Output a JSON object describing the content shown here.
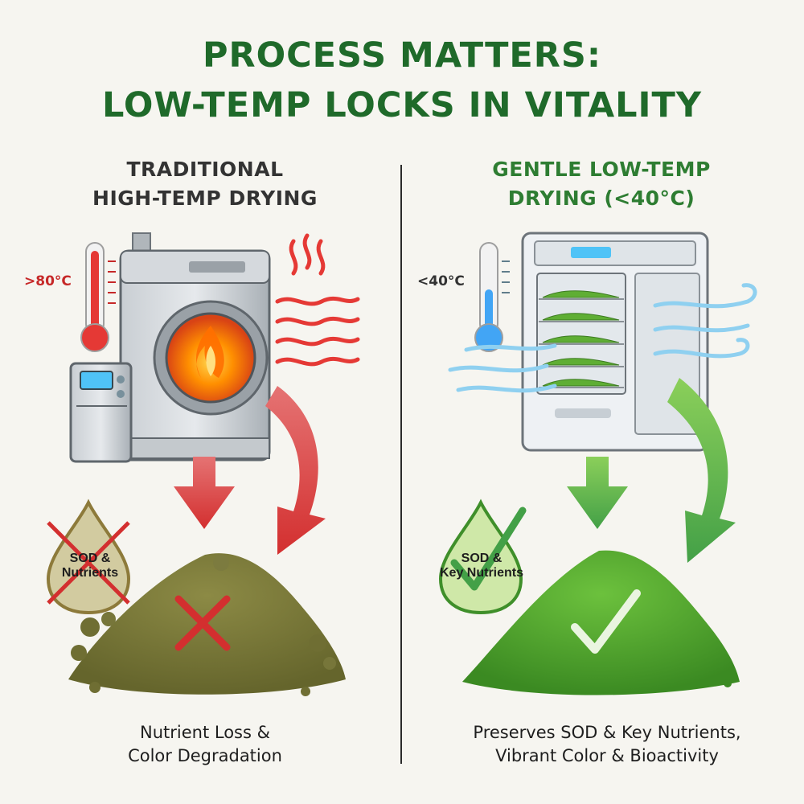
{
  "title": {
    "line1": "PROCESS MATTERS:",
    "line2": "LOW-TEMP LOCKS IN VITALITY"
  },
  "left": {
    "heading_line1": "TRADITIONAL",
    "heading_line2": "HIGH-TEMP DRYING",
    "temperature": ">80°C",
    "drop_label_line1": "SOD &",
    "drop_label_line2": "Nutrients",
    "caption_line1": "Nutrient Loss &",
    "caption_line2": "Color Degradation",
    "icons": [
      "thermometer-hot-icon",
      "heat-waves-icon",
      "dryer-machine-icon",
      "flame-icon",
      "arrow-down-icon",
      "curved-arrow-icon",
      "crossed-drop-icon",
      "x-mark-icon"
    ],
    "accent": "#d32f2f"
  },
  "right": {
    "heading_line1": "GENTLE LOW-TEMP",
    "heading_line2": "DRYING (<40°C)",
    "temperature": "<40°C",
    "drop_label_line1": "SOD &",
    "drop_label_line2": "Key Nutrients",
    "caption_line1": "Preserves SOD & Key Nutrients,",
    "caption_line2": "Vibrant Color & Bioactivity",
    "icons": [
      "thermometer-cold-icon",
      "air-flow-icon",
      "dehydrator-cabinet-icon",
      "arrow-down-icon",
      "curved-arrow-icon",
      "checked-drop-icon",
      "check-mark-icon"
    ],
    "accent": "#43a047"
  },
  "colors": {
    "title_green": "#1f6a2a",
    "hot_red": "#d32f2f",
    "good_green": "#43a047",
    "dull_powder": "#7d7c3c",
    "vibrant_powder": "#4e9f2c"
  }
}
